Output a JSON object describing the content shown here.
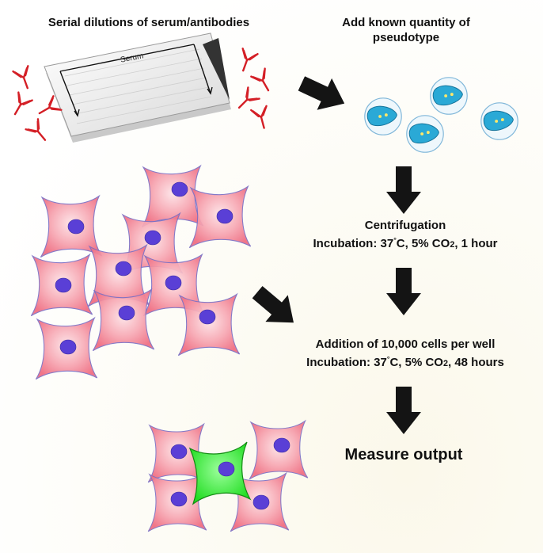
{
  "labels": {
    "serial_dilutions": "Serial dilutions of serum/antibodies",
    "plate_label": "Serum",
    "add_pseudotype": "Add known quantity of pseudotype",
    "centrifugation": "Centrifugation",
    "incubation1_prefix": "Incubation: 37",
    "incubation1_mid": "C, 5% CO",
    "incubation1_sub": "2",
    "incubation1_suffix": ", 1 hour",
    "degree_sign": "°",
    "addition_cells": "Addition of 10,000 cells per well",
    "incubation2_prefix": "Incubation: 37",
    "incubation2_mid": "C, 5% CO",
    "incubation2_sub": "2",
    "incubation2_suffix": ", 48 hours",
    "measure_output": "Measure output"
  },
  "colors": {
    "antibody": "#d41f26",
    "cell_fill": "#f47c8e",
    "cell_fill_light": "#fbc5cc",
    "cell_stroke": "#7a6fc4",
    "nucleus": "#5a3fd6",
    "infected_cell": "#33ee33",
    "virus_core": "#2aa9d6",
    "virus_envelope": "#c8e6f6",
    "arrow": "#141414"
  }
}
